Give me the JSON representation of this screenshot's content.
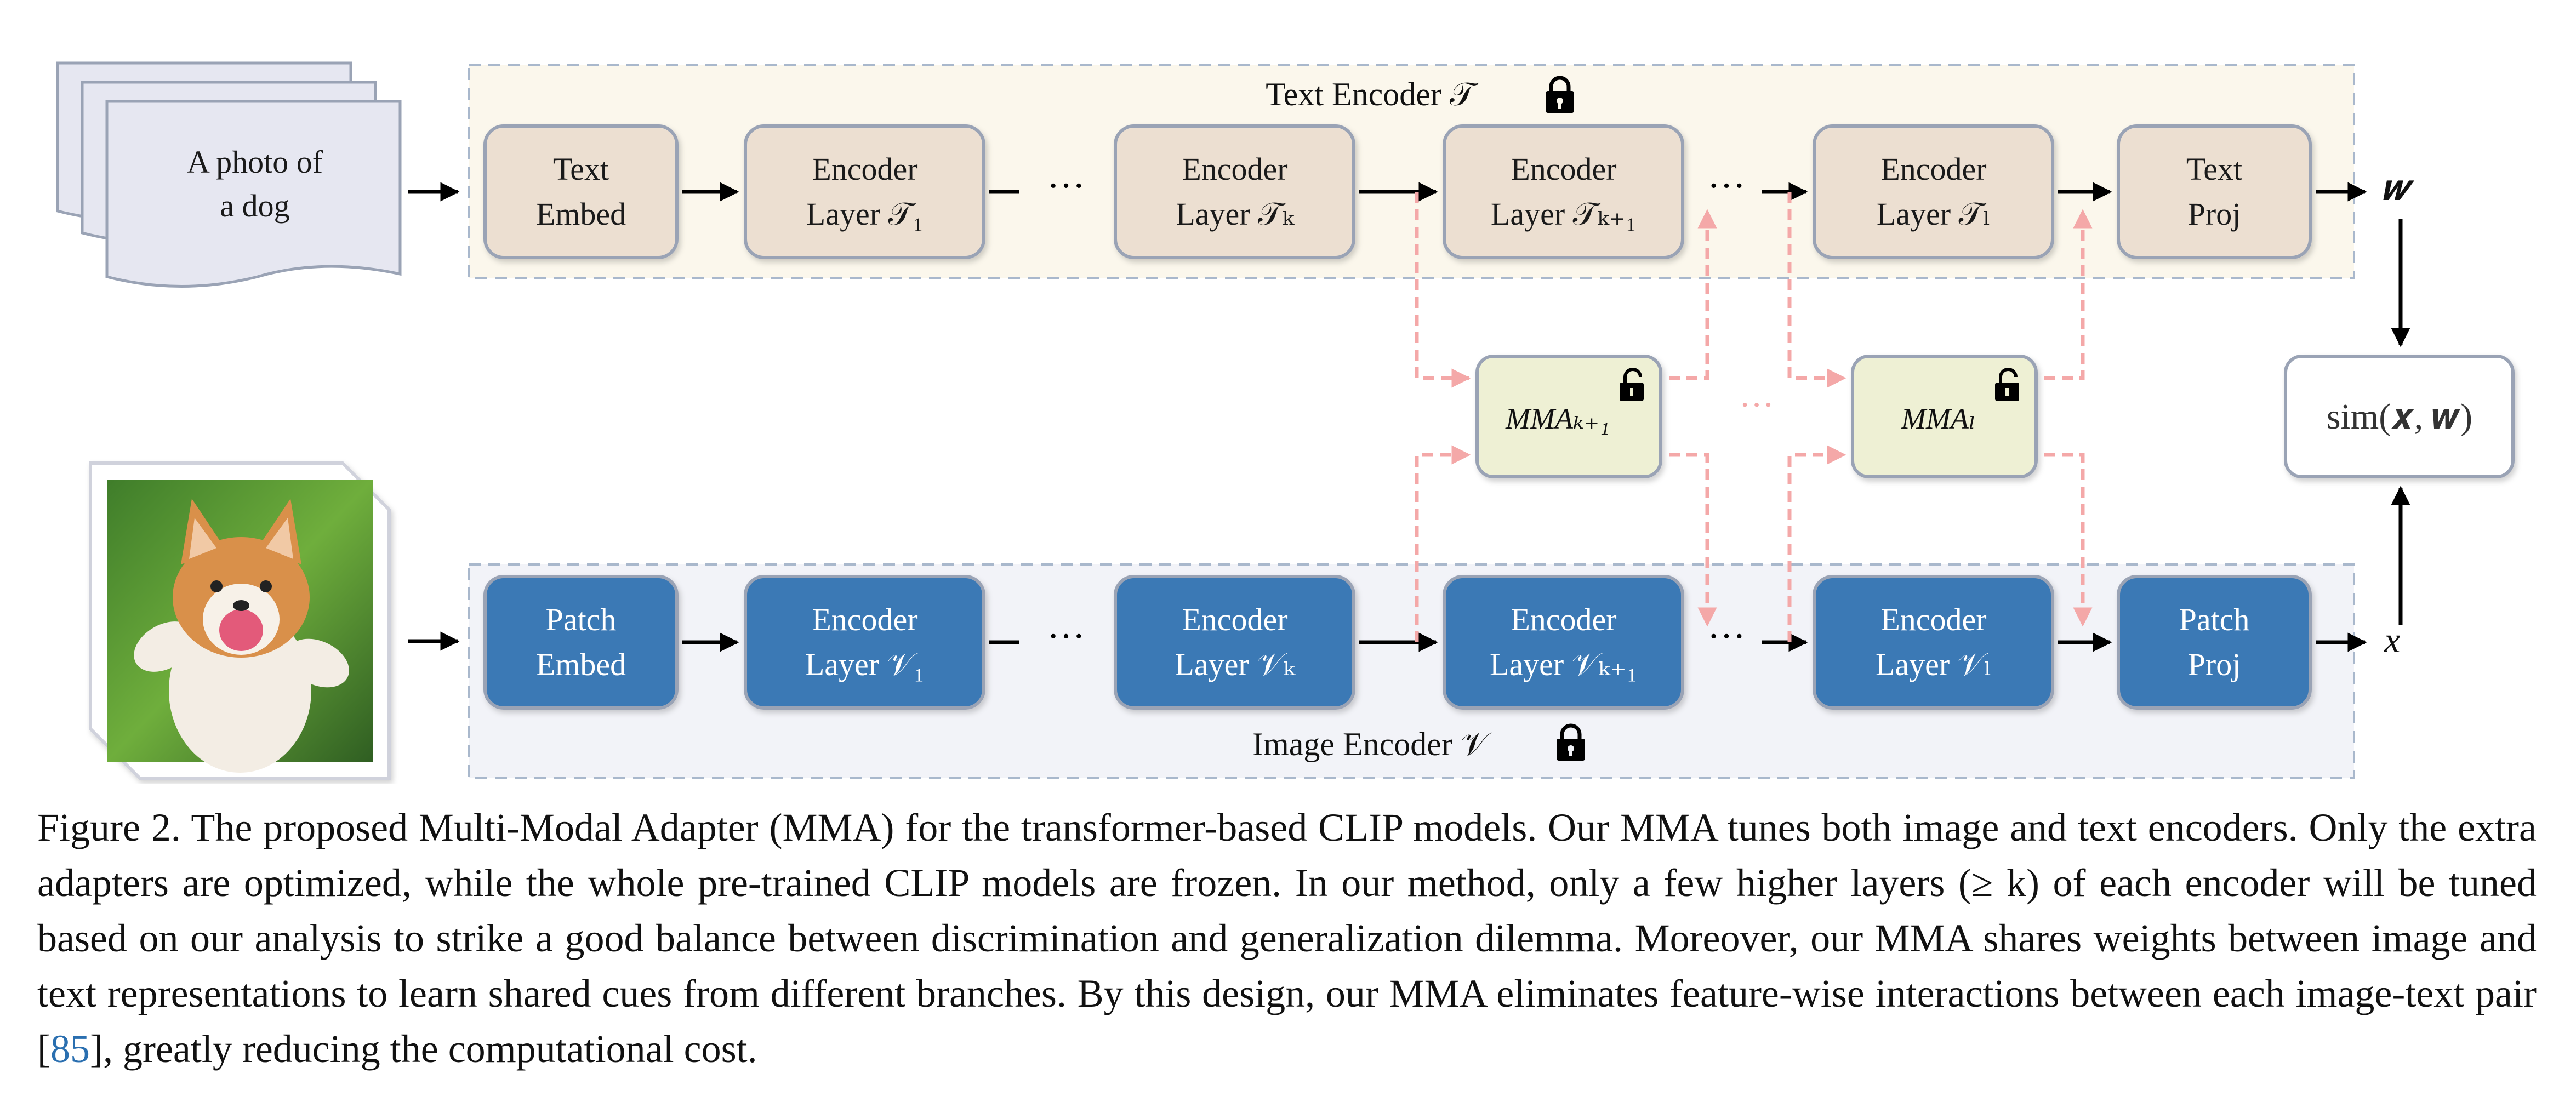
{
  "text_branch": {
    "group_label": "Text Encoder 𝒯",
    "input_text_line1": "A photo of",
    "input_text_line2": "a dog",
    "boxes": [
      {
        "line1": "Text",
        "line2": "Embed"
      },
      {
        "line1": "Encoder",
        "line2": "Layer 𝒯₁"
      },
      {
        "line1": "Encoder",
        "line2": "Layer 𝒯ₖ"
      },
      {
        "line1": "Encoder",
        "line2": "Layer 𝒯ₖ₊₁"
      },
      {
        "line1": "Encoder",
        "line2": "Layer 𝒯ₗ"
      },
      {
        "line1": "Text",
        "line2": "Proj"
      }
    ],
    "output_label": "𝒘"
  },
  "image_branch": {
    "group_label": "Image Encoder 𝒱",
    "boxes": [
      {
        "line1": "Patch",
        "line2": "Embed"
      },
      {
        "line1": "Encoder",
        "line2": "Layer 𝒱₁"
      },
      {
        "line1": "Encoder",
        "line2": "Layer 𝒱ₖ"
      },
      {
        "line1": "Encoder",
        "line2": "Layer 𝒱ₖ₊₁"
      },
      {
        "line1": "Encoder",
        "line2": "Layer 𝒱ₗ"
      },
      {
        "line1": "Patch",
        "line2": "Proj"
      }
    ],
    "output_label": "x"
  },
  "adapters": [
    {
      "label": "MMAₖ₊₁"
    },
    {
      "label": "MMAₗ"
    }
  ],
  "ellipsis": "···",
  "similarity_label": "sim(𝒙, 𝒘)",
  "icons": {
    "frozen": "lock-closed-icon",
    "tunable": "lock-open-icon"
  },
  "colors": {
    "text_box_fill": "#ecdfd1",
    "image_box_fill": "#3a79b5",
    "adapter_fill": "#eef0d4",
    "box_border": "#9aa3b5",
    "text_group_fill": "#fbf7ec",
    "image_group_fill": "#f2f3f8",
    "group_border": "#a9b8cc",
    "adapter_arrow": "#f4a8a8"
  },
  "caption": {
    "main": "Figure 2.  The proposed Multi-Modal Adapter (MMA) for the transformer-based CLIP models.  Our MMA tunes both image and text encoders. Only the extra adapters are optimized, while the whole pre-trained CLIP models are frozen. In our method, only a few higher layers (≥  k) of each encoder will be tuned based on our analysis to strike a good balance between discrimination and generalization dilemma. Moreover, our MMA shares weights between image and text representations to learn shared cues from different branches. By this design, our MMA eliminates feature-wise interactions between each image-text pair [",
    "citation": "85",
    "end": "], greatly reducing the computational cost."
  }
}
